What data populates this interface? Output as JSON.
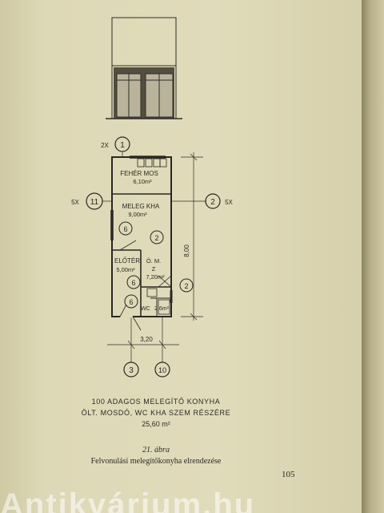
{
  "plan": {
    "axis_top": "1",
    "axis_top_mult": "2X",
    "axis_left": "11",
    "axis_left_mult": "5X",
    "axis_right": "2",
    "axis_right_mult": "5X",
    "axis_bottom_left": "3",
    "axis_bottom_right": "10",
    "width_dim": "3,20",
    "height_dim": "8,00",
    "rooms": {
      "feher_mos_name": "FEHÉR MOS",
      "feher_mos_area": "6,10m²",
      "meleg_kha_name": "MELEG KHA",
      "meleg_kha_area": "9,00m²",
      "eloter_name": "ELŐTÉR",
      "eloter_area": "5,00m²",
      "om_name": "Ö. M.",
      "om_sub": "Z",
      "om_area": "7,20m²",
      "wc_name": "WC",
      "wc_area": "2,6m²"
    },
    "markers": {
      "m6a": "6",
      "m2a": "2",
      "m6b": "6",
      "m2b": "2",
      "m6c": "6"
    }
  },
  "caption": {
    "line1": "100 ADAGOS   MELEGÍTŐ  KONYHA",
    "line2": "ÖLT. MOSDÓ, WC  KHA   SZEM  RÉSZÉRE",
    "line3": "25,60 m²",
    "fig_number": "21. ábra",
    "fig_title": "Felvonulási melegítőkonyha elrendezése",
    "page_number": "105"
  },
  "watermark": "Antikvárium.hu"
}
